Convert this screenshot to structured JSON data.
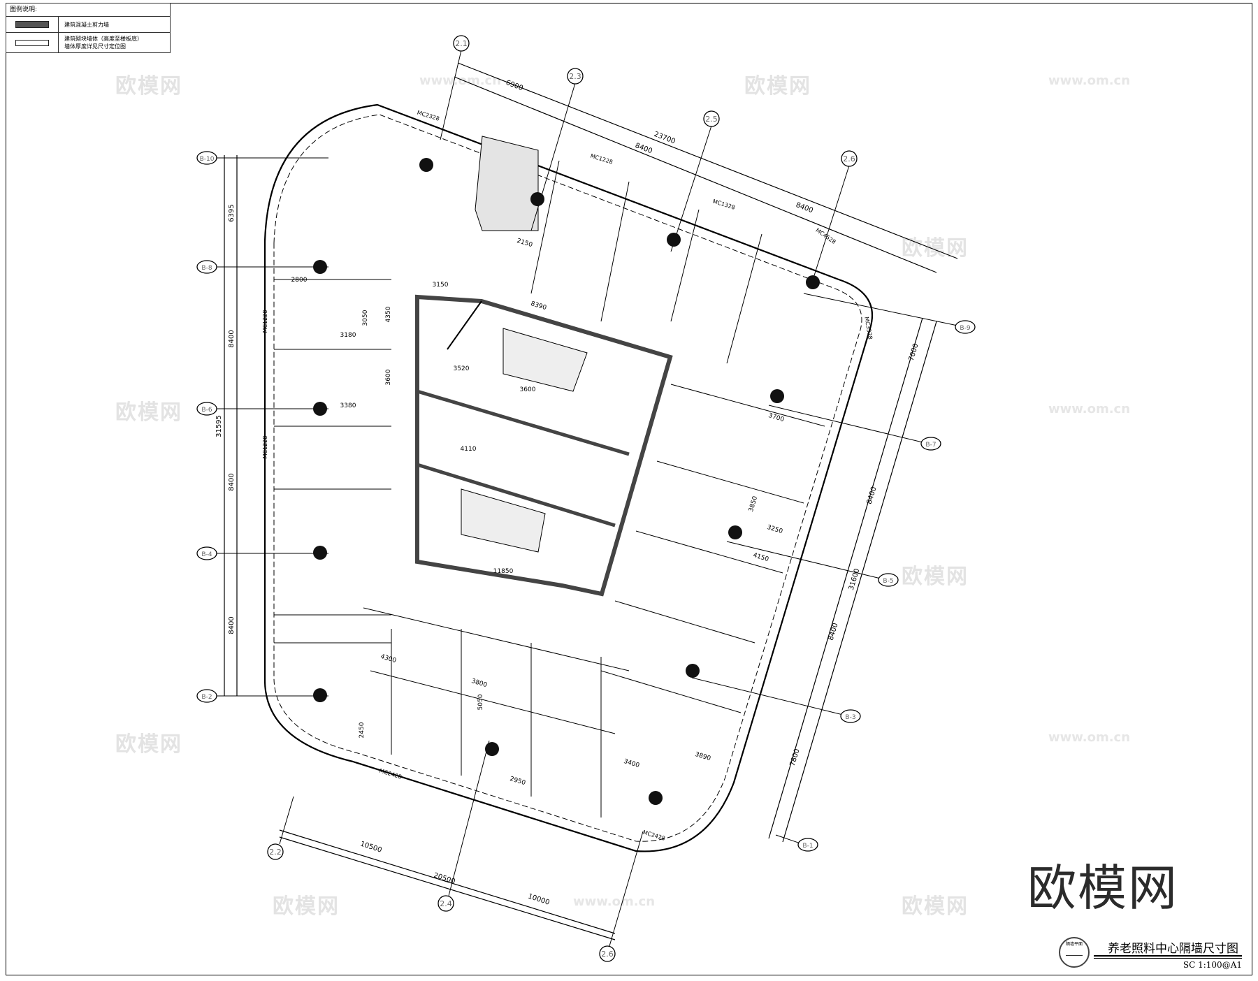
{
  "legend": {
    "title": "图例说明:",
    "items": [
      {
        "swatch": "concrete-shear-wall",
        "label": "建筑混凝土剪力墙"
      },
      {
        "swatch": "block-wall",
        "label": "建筑砌块墙体（高度至楼板底）",
        "note": "墙体厚度详见尺寸定位图"
      }
    ]
  },
  "title_block": {
    "seal": "隔墙平面",
    "title": "养老照料中心隔墙尺寸图",
    "scale": "SC  1:100@A1"
  },
  "watermark": {
    "brand": "欧模网",
    "url": "www.om.cn"
  },
  "axes": {
    "top": [
      "2.1",
      "2.3",
      "2.5",
      "2.6"
    ],
    "bottom": [
      "2.2",
      "2.4",
      "2.6"
    ],
    "left": [
      "B-10",
      "B-8",
      "B-6",
      "B-4",
      "B-2"
    ],
    "right": [
      "B-9",
      "B-7",
      "B-5",
      "B-3",
      "B-1"
    ]
  },
  "dimensions": {
    "top_total": "23700",
    "top_a": "6900",
    "top_b": "8400",
    "top_c": "8400",
    "left_total": "31595",
    "left_a": "6395",
    "left_b": "8400",
    "left_c": "8400",
    "left_d": "8400",
    "right_total": "31600",
    "right_a": "7000",
    "right_b": "8400",
    "right_c": "8400",
    "right_d": "7800",
    "bottom_total": "20500",
    "bottom_a": "10500",
    "bottom_b": "10000",
    "interior": [
      "3150",
      "8390",
      "3520",
      "3600",
      "4110",
      "11850",
      "2800",
      "3180",
      "3380",
      "3050",
      "4350",
      "3600",
      "3700",
      "3850",
      "3250",
      "4150",
      "3800",
      "4300",
      "5050",
      "2950",
      "3400",
      "3890",
      "2450",
      "2150"
    ],
    "doors": [
      "MC2328",
      "MC1228",
      "MC1228",
      "MC1228",
      "MC2428",
      "MC2428",
      "MC3328",
      "MC4528",
      "MC1328"
    ]
  }
}
